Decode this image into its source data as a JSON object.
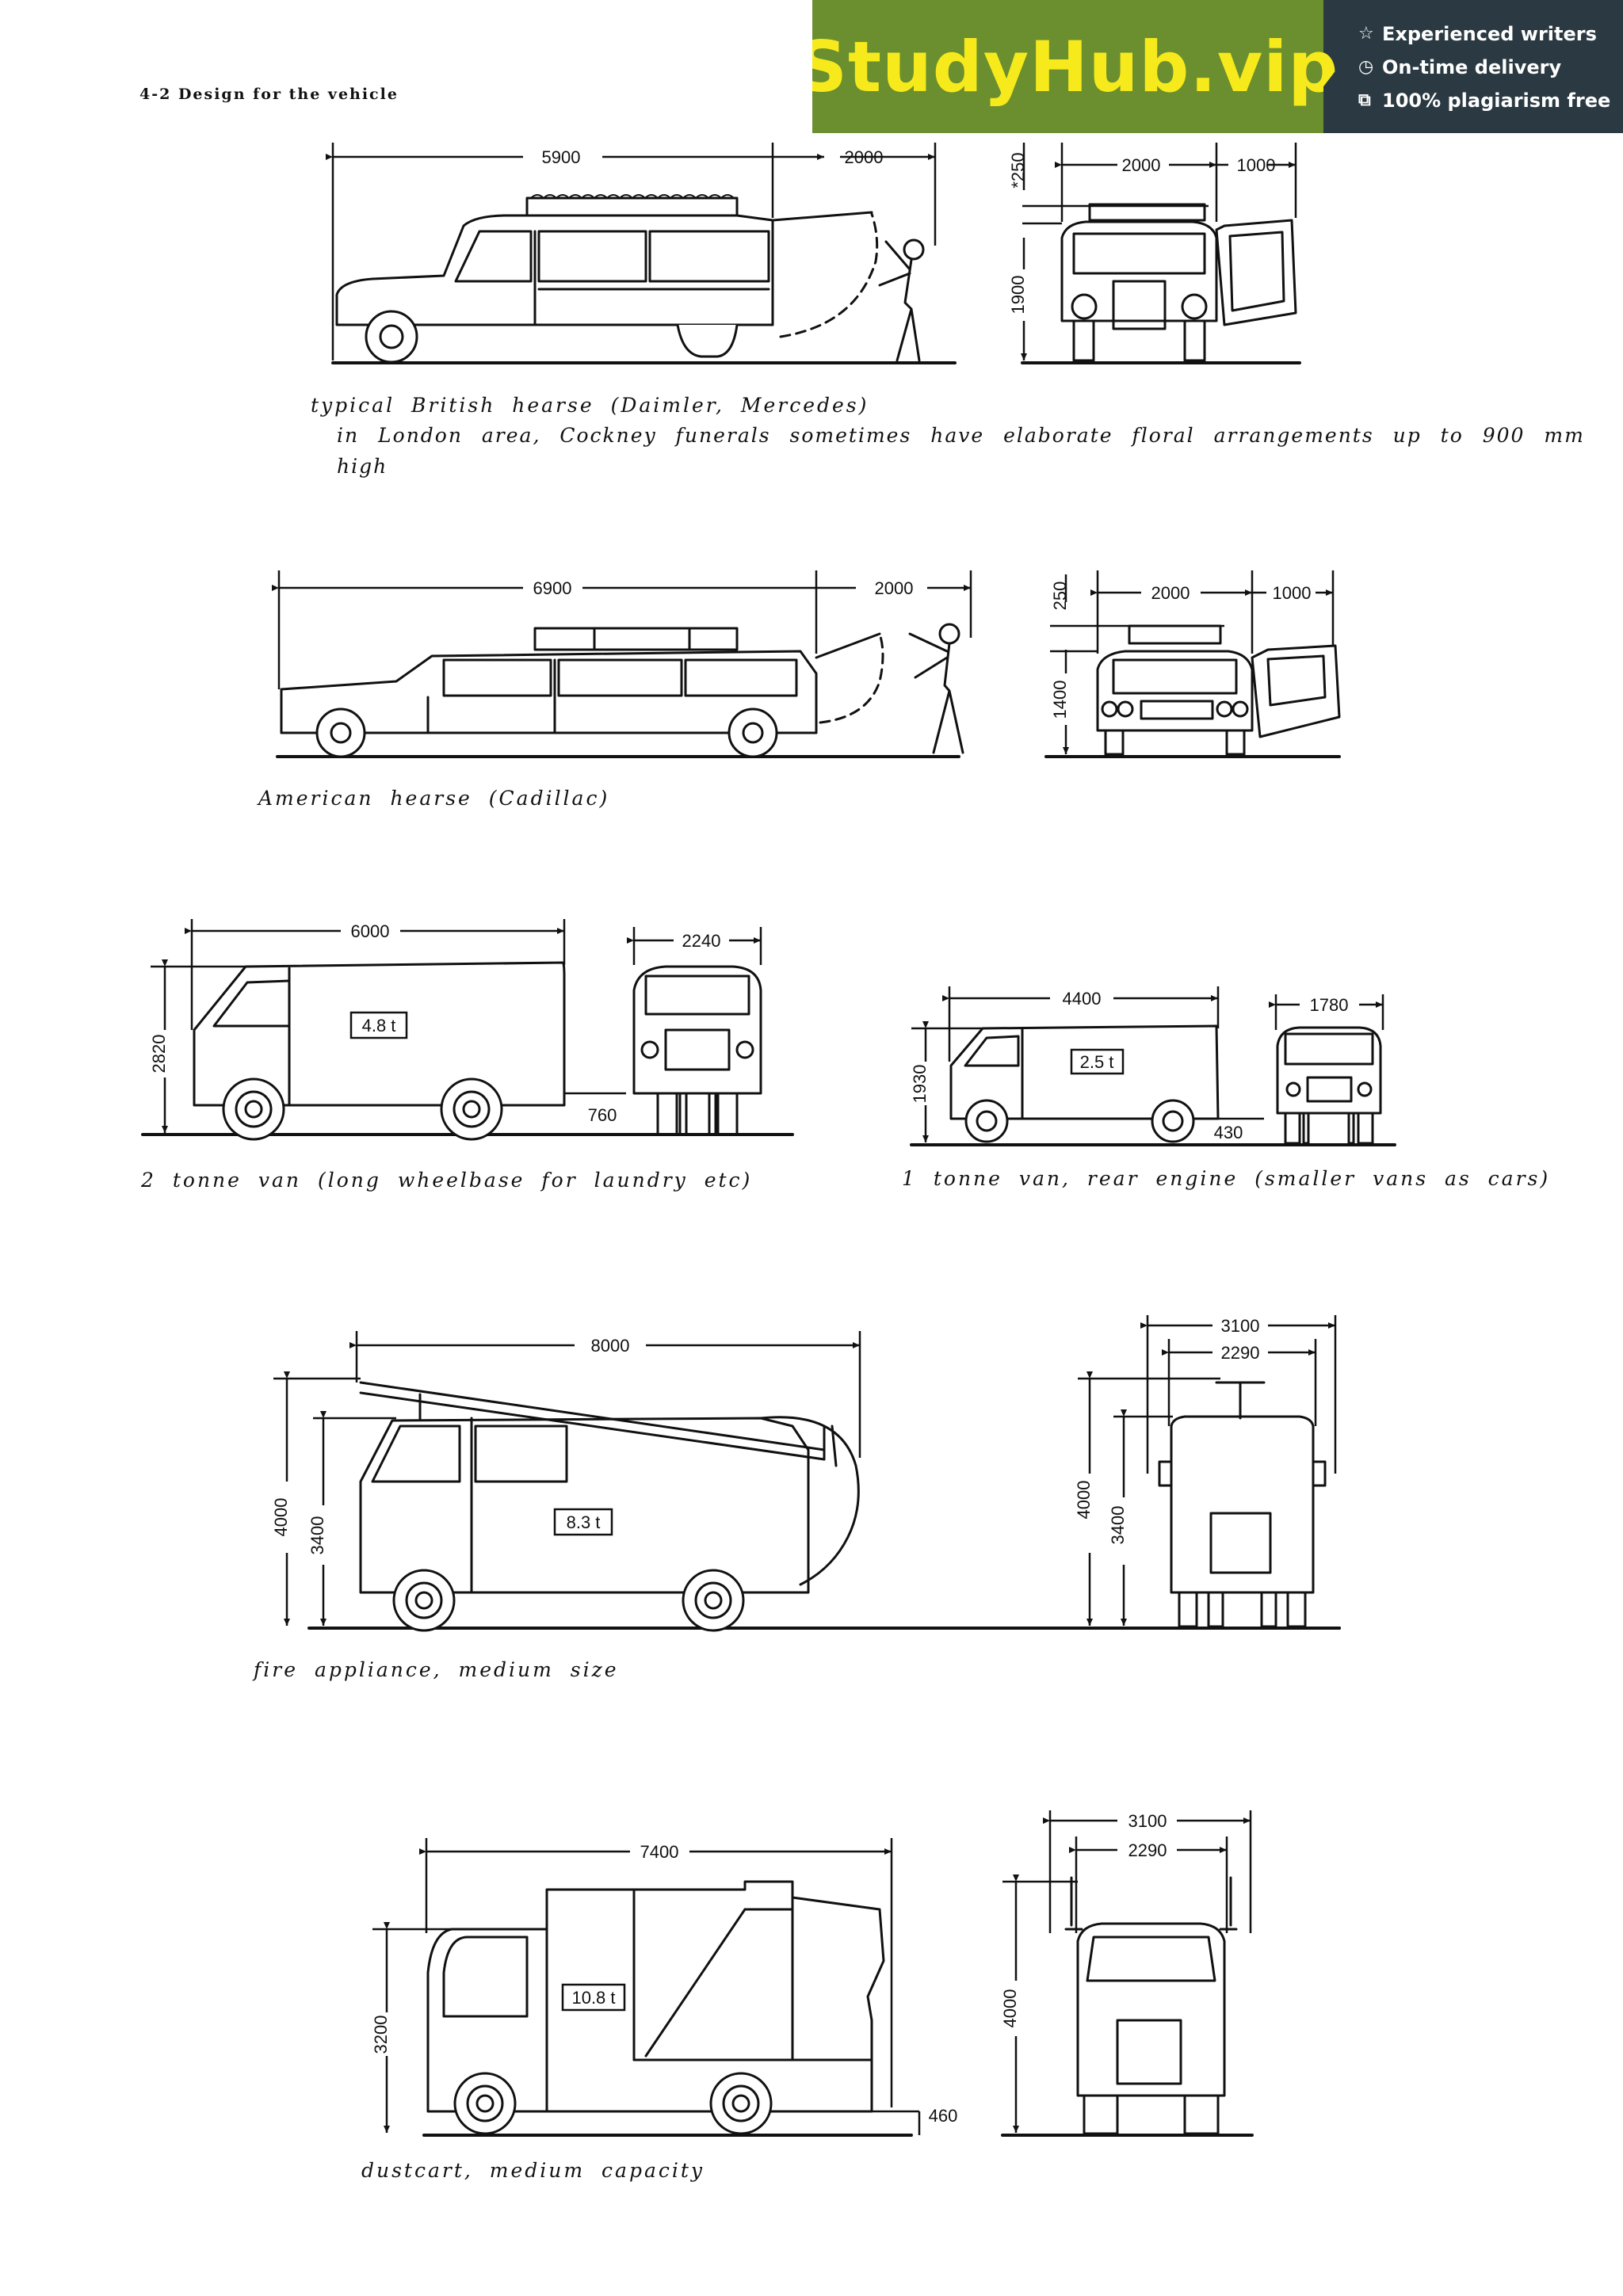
{
  "header": {
    "title": "4-2 Design for the vehicle"
  },
  "banner": {
    "logo": "StudyHub.vip",
    "features": [
      "Experienced writers",
      "On-time delivery",
      "100% plagiarism free"
    ],
    "icons": [
      "star-icon",
      "clock-icon",
      "copy-icon"
    ],
    "colors": {
      "green": "#6b8f2e",
      "dark": "#2b3a42",
      "logo": "#f7ea1c"
    }
  },
  "british_hearse": {
    "caption": "typical British hearse (Daimler, Mercedes)",
    "note_line1": "in London area, Cockney funerals sometimes have elaborate floral arrangements up to 900 mm",
    "note_line2": "high",
    "length": "5900",
    "door_swing": "2000",
    "width": "2000",
    "door_open": "1000",
    "roof": "*250",
    "height": "1900"
  },
  "american_hearse": {
    "caption": "American hearse (Cadillac)",
    "length": "6900",
    "door_swing": "2000",
    "width": "2000",
    "door_open": "1000",
    "roof": "250",
    "height": "1400"
  },
  "van_2t": {
    "caption": "2 tonne van (long wheelbase for laundry etc)",
    "length": "6000",
    "width": "2240",
    "weight": "4.8 t",
    "height": "2820",
    "floor": "760"
  },
  "van_1t": {
    "caption": "1 tonne van, rear engine (smaller vans as cars)",
    "length": "4400",
    "width": "1780",
    "weight": "2.5 t",
    "height": "1930",
    "floor": "430"
  },
  "fire_appliance": {
    "caption": "fire appliance, medium size",
    "length": "8000",
    "weight": "8.3 t",
    "height_total": "4000",
    "height_body": "3400",
    "width_mirrors": "3100",
    "width_body": "2290",
    "front_height_total": "4000",
    "front_height_body": "3400"
  },
  "dustcart": {
    "caption": "dustcart, medium capacity",
    "length": "7400",
    "weight": "10.8 t",
    "height": "3200",
    "floor": "460",
    "width_mirrors": "3100",
    "width_body": "2290",
    "front_height": "4000"
  }
}
